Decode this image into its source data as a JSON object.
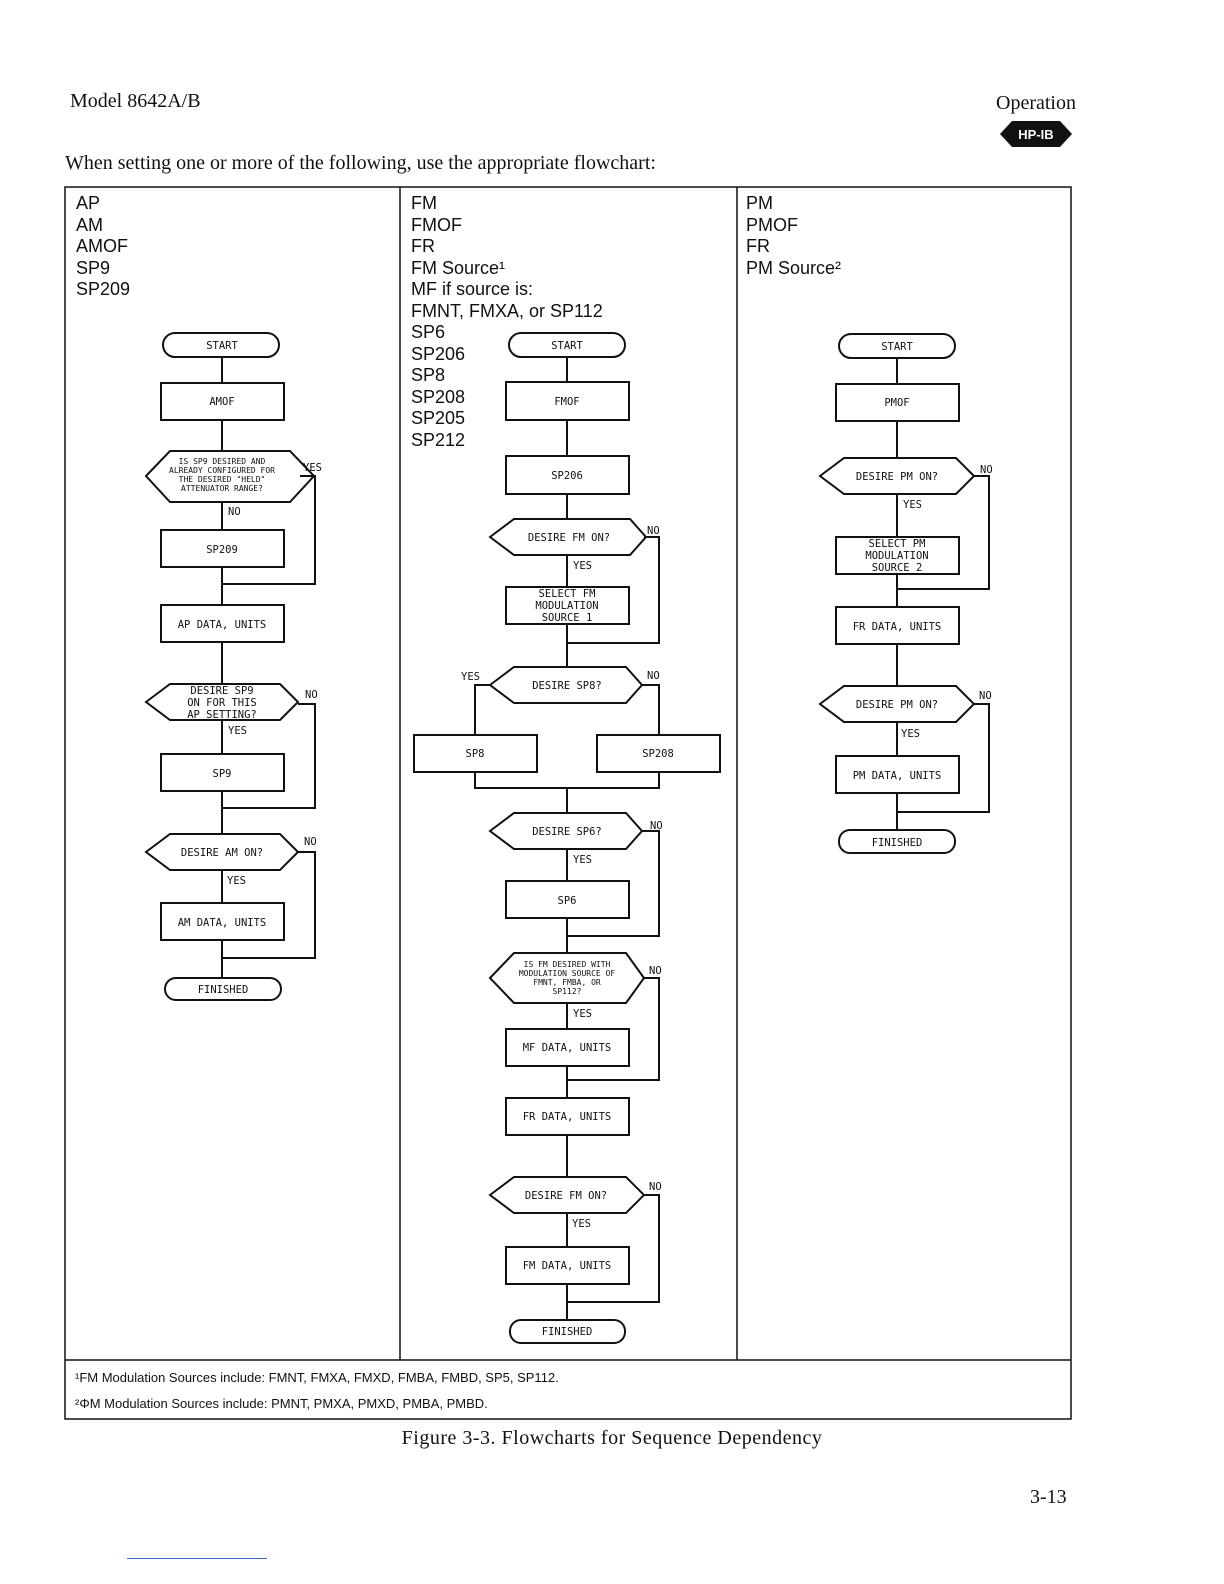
{
  "header": {
    "model": "Model 8642A/B",
    "section": "Operation",
    "badge": "HP-IB"
  },
  "intro": "When setting one or more of the following, use the appropriate flowchart:",
  "columns": [
    {
      "items": [
        "AP",
        "AM",
        "AMOF",
        "SP9",
        "SP209"
      ]
    },
    {
      "items": [
        "FM",
        "FMOF",
        "FR",
        "FM Source¹",
        "MF if source is:",
        "FMNT, FMXA, or SP112",
        "SP6",
        "SP206",
        "SP8",
        "SP208",
        "SP205",
        "SP212"
      ]
    },
    {
      "items": [
        "PM",
        "PMOF",
        "FR",
        "PM Source²"
      ]
    }
  ],
  "flow1": {
    "start": "START",
    "amof": "AMOF",
    "q1": [
      "IS SP9 DESIRED AND",
      "ALREADY CONFIGURED FOR",
      "THE DESIRED \"HELD\"",
      "ATTENUATOR RANGE?"
    ],
    "q1_yes": "YES",
    "q1_no": "NO",
    "sp209": "SP209",
    "ap_data": "AP DATA, UNITS",
    "q2": [
      "DESIRE SP9",
      "ON FOR THIS",
      "AP SETTING?"
    ],
    "q2_no": "NO",
    "q2_yes": "YES",
    "sp9": "SP9",
    "q3": "DESIRE AM ON?",
    "q3_no": "NO",
    "q3_yes": "YES",
    "am_data": "AM DATA, UNITS",
    "finished": "FINISHED"
  },
  "flow2": {
    "start": "START",
    "fmof": "FMOF",
    "sp206": "SP206",
    "q1": "DESIRE FM ON?",
    "q1_no": "NO",
    "q1_yes": "YES",
    "select": [
      "SELECT FM",
      "MODULATION",
      "SOURCE 1"
    ],
    "q2": "DESIRE SP8?",
    "q2_yes": "YES",
    "q2_no": "NO",
    "sp8": "SP8",
    "sp208": "SP208",
    "q3": "DESIRE SP6?",
    "q3_no": "NO",
    "q3_yes": "YES",
    "sp6": "SP6",
    "q4": [
      "IS FM DESIRED WITH",
      "MODULATION SOURCE OF",
      "FMNT, FMBA, OR",
      "SP112?"
    ],
    "q4_no": "NO",
    "q4_yes": "YES",
    "mf_data": "MF DATA, UNITS",
    "fr_data": "FR DATA, UNITS",
    "q5": "DESIRE FM ON?",
    "q5_no": "NO",
    "q5_yes": "YES",
    "fm_data": "FM DATA, UNITS",
    "finished": "FINISHED"
  },
  "flow3": {
    "start": "START",
    "pmof": "PMOF",
    "q1": "DESIRE PM ON?",
    "q1_no": "NO",
    "q1_yes": "YES",
    "select": [
      "SELECT PM",
      "MODULATION",
      "SOURCE 2"
    ],
    "fr_data": "FR DATA, UNITS",
    "q2": "DESIRE PM ON?",
    "q2_no": "NO",
    "q2_yes": "YES",
    "pm_data": "PM DATA, UNITS",
    "finished": "FINISHED"
  },
  "footnotes": [
    "¹FM Modulation Sources include: FMNT, FMXA, FMXD, FMBA, FMBD, SP5, SP112.",
    "²ΦM Modulation Sources include: PMNT, PMXA, PMXD, PMBA, PMBD."
  ],
  "caption": "Figure 3-3. Flowcharts for Sequence Dependency",
  "page_number": "3-13"
}
